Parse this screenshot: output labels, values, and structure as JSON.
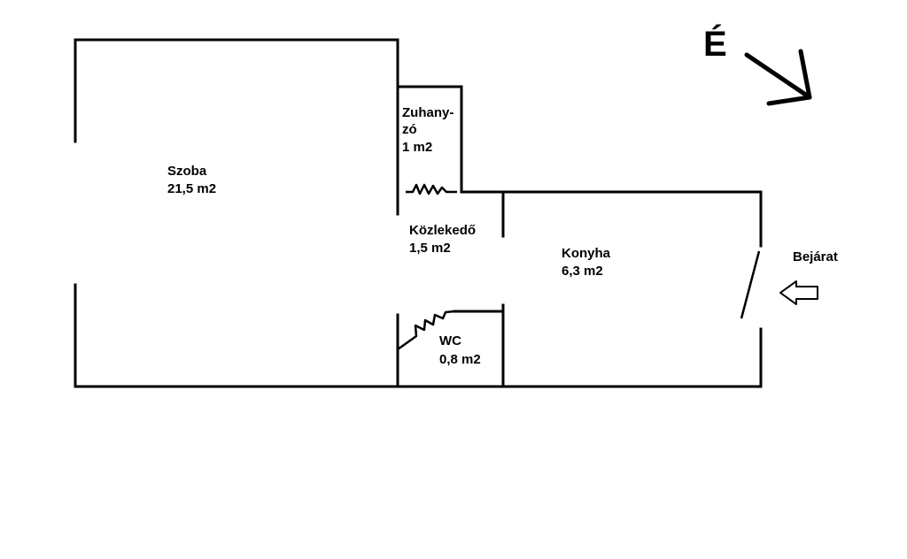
{
  "compass": {
    "label": "É"
  },
  "rooms": {
    "szoba": {
      "name": "Szoba",
      "area": "21,5 m2"
    },
    "zuhanyzo": {
      "name_line1": "Zuhany-",
      "name_line2": "zó",
      "area": "1 m2"
    },
    "kozlekedo": {
      "name": "Közlekedő",
      "area": "1,5 m2"
    },
    "konyha": {
      "name": "Konyha",
      "area": "6,3 m2"
    },
    "wc": {
      "name": "WC",
      "area": "0,8 m2"
    }
  },
  "entrance": {
    "label": "Bejárat"
  }
}
